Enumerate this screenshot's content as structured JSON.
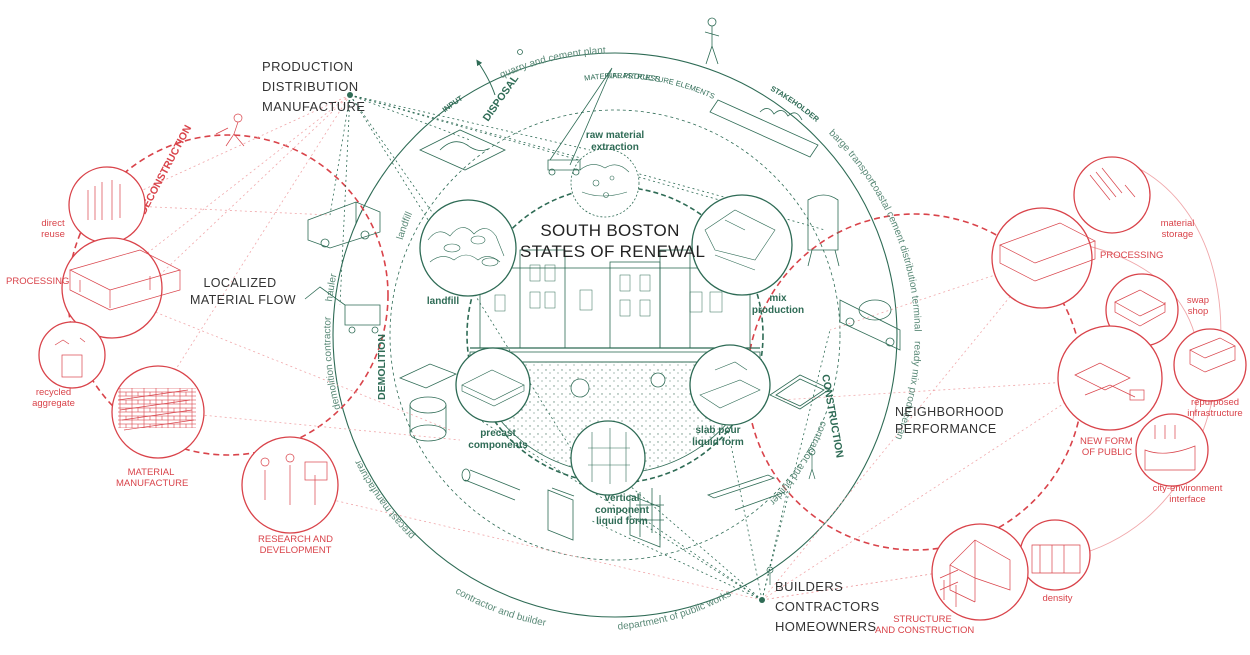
{
  "title": {
    "line1": "SOUTH BOSTON",
    "line2": "STATES OF RENEWAL"
  },
  "nodes": {
    "production": [
      "PRODUCTION",
      "DISTRIBUTION",
      "MANUFACTURE"
    ],
    "builders": [
      "BUILDERS",
      "CONTRACTORS",
      "HOMEOWNERS"
    ],
    "localized": [
      "LOCALIZED",
      "MATERIAL FLOW"
    ],
    "neighborhood": [
      "NEIGHBORHOOD",
      "PERFORMANCE"
    ]
  },
  "phases": {
    "disposal": "DISPOSAL",
    "demolition": "DEMOLITION",
    "construction": "CONSTRUCTION",
    "deconstruction": "DECONSTRUCTION",
    "stakeholder": "STAKEHOLDER",
    "input": "INPUT",
    "infrastructure": "INFRASTRUCTURE ELEMENTS",
    "material_process": "MATERIAL PROCESS"
  },
  "stakeholders": {
    "quarry": "quarry and cement plant",
    "barge": "barge transport",
    "coastal": "coastal cement distribution terminal",
    "readymix": "ready mix producer and distributor",
    "contractor_right": "contractor and builder",
    "public_works": "department of public works",
    "contractor_bottom": "contractor and builder",
    "precast": "precast manufacturer",
    "demolition_contractor": "demolition contractor",
    "hauler": "hauler",
    "landfill": "landfill"
  },
  "inner": {
    "raw": [
      "raw material",
      "extraction"
    ],
    "landfill": "landfill",
    "mix": [
      "mix",
      "production"
    ],
    "precast": [
      "precast",
      "components"
    ],
    "slab": [
      "slab pour",
      "liquid form"
    ],
    "vertical": [
      "vertical",
      "component",
      "liquid form"
    ]
  },
  "left": {
    "direct_reuse": [
      "direct",
      "reuse"
    ],
    "processing": "PROCESSING",
    "recycled": [
      "recycled",
      "aggregate"
    ],
    "manufacture": [
      "MATERIAL",
      "MANUFACTURE"
    ],
    "research": [
      "RESEARCH AND",
      "DEVELOPMENT"
    ]
  },
  "right": {
    "storage": [
      "material",
      "storage"
    ],
    "processing": "PROCESSING",
    "swap": [
      "swap",
      "shop"
    ],
    "repurposed": [
      "repurposed",
      "infrastructure"
    ],
    "public": [
      "NEW FORM",
      "OF PUBLIC"
    ],
    "interface": [
      "city-environment",
      "interface"
    ],
    "density": "density",
    "structure": [
      "STRUCTURE",
      "AND CONSTRUCTION"
    ]
  },
  "colors": {
    "green": "#2e6b55",
    "red": "#d9434a",
    "pale_red": "#f0a7aa",
    "ink": "#333333"
  }
}
